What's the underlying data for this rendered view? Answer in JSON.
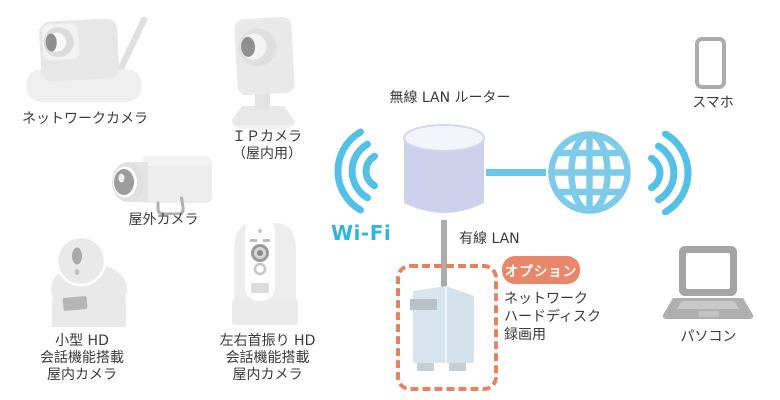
{
  "devices": {
    "network_camera": {
      "label": "ネットワークカメラ"
    },
    "ip_camera": {
      "lines": [
        "ＩＰカメラ",
        "（屋内用）"
      ]
    },
    "outdoor_camera": {
      "label": "屋外カメラ"
    },
    "small_hd_camera": {
      "lines": [
        "小型 HD",
        "会話機能搭載",
        "屋内カメラ"
      ]
    },
    "swivel_camera": {
      "lines": [
        "左右首振り HD",
        "会話機能搭載",
        "屋内カメラ"
      ]
    },
    "router": {
      "label": "無線 LAN ルーター"
    },
    "smartphone": {
      "label": "スマホ"
    },
    "laptop": {
      "label": "パソコン"
    },
    "nas": {
      "badge": "オプション",
      "lines": [
        "ネットワーク",
        "ハードディスク",
        "録画用"
      ]
    }
  },
  "connections": {
    "wifi_label": "Wi-Fi",
    "wired_lan_label": "有線 LAN"
  },
  "colors": {
    "wifi_wave": "#54C0E6",
    "wifi_text": "#2EB6E1",
    "globe": "#7ECBE9",
    "lan_line": "#6AC7E9",
    "wired_line": "#ACACAC",
    "router_body": "#CDD1EC",
    "router_top": "#F4F5FB",
    "option_badge_bg": "#E8876B",
    "option_badge_text": "#FFFFFF",
    "dashed_border": "#E8815D",
    "nas_body": "#D7E5EF",
    "device_gray": "#E9E9E9",
    "label_text": "#3A3A3A"
  }
}
